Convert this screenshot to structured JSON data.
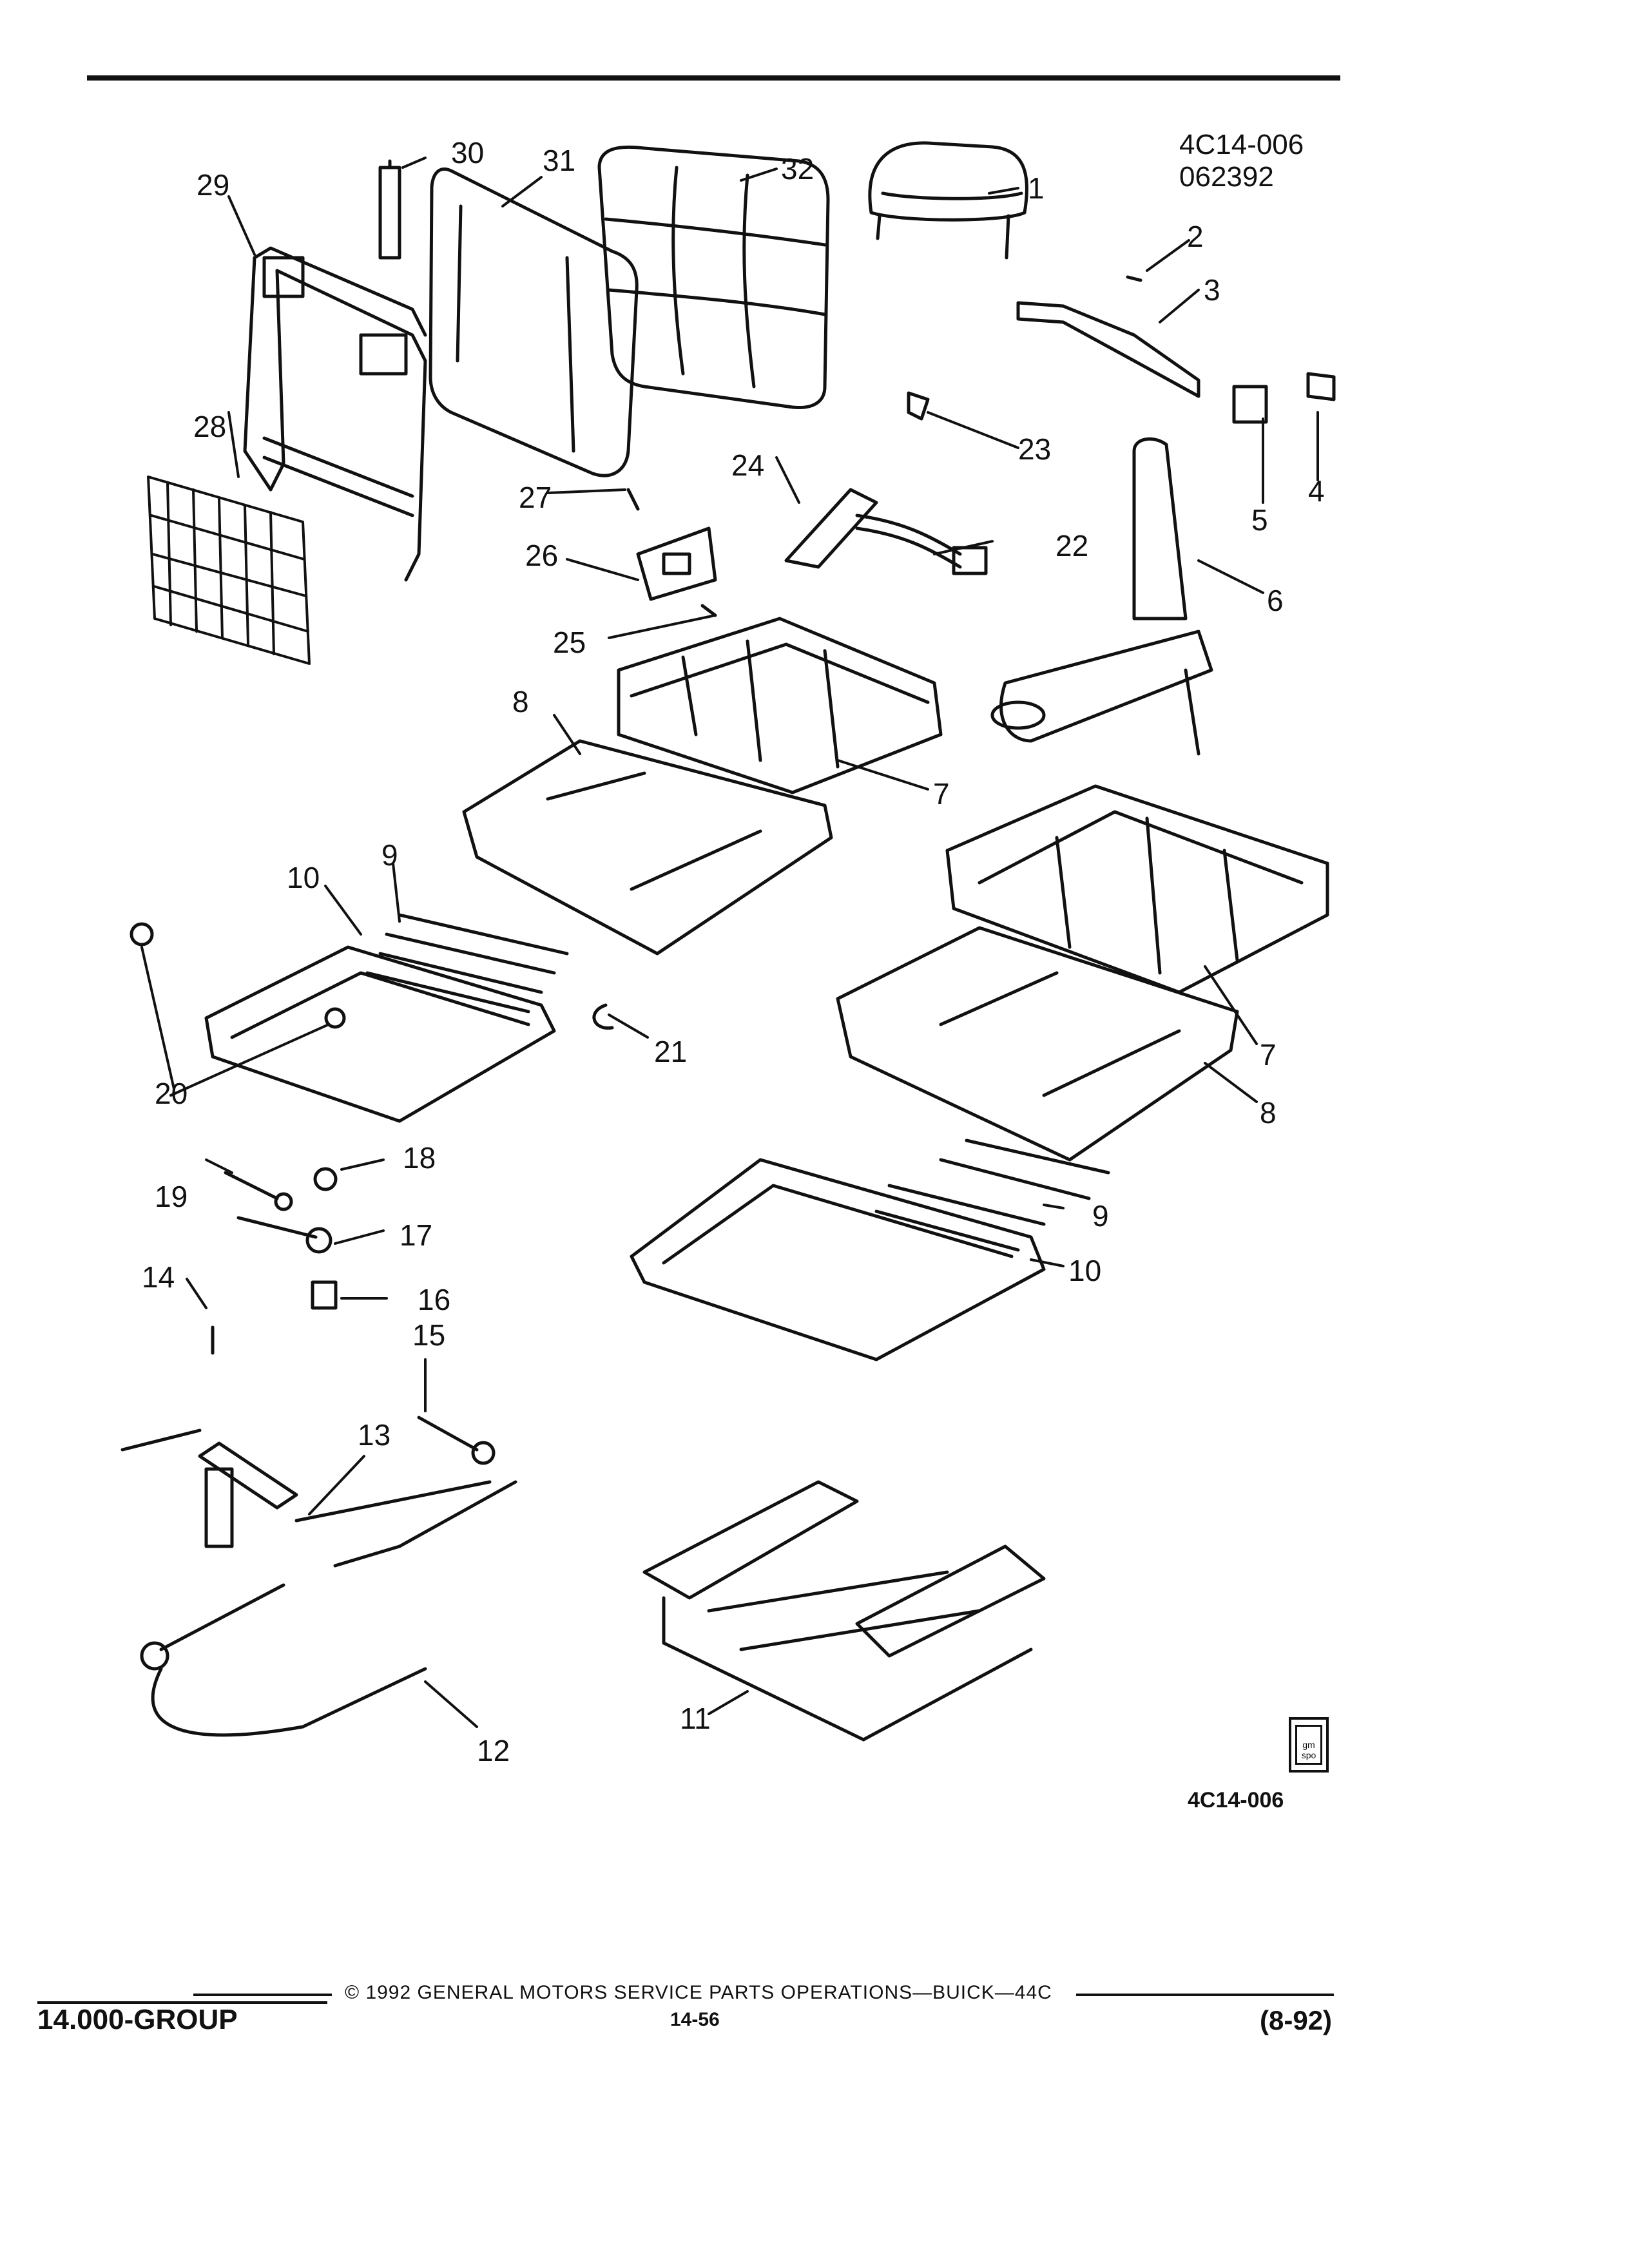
{
  "drawing": {
    "code": "4C14-006",
    "date_code": "062392",
    "bottom_code": "4C14-006",
    "badge_text": "gm spo"
  },
  "callouts": [
    "1",
    "2",
    "3",
    "4",
    "5",
    "6",
    "7",
    "8",
    "9",
    "10",
    "11",
    "12",
    "13",
    "14",
    "15",
    "16",
    "17",
    "18",
    "19",
    "20",
    "21",
    "22",
    "23",
    "24",
    "25",
    "26",
    "27",
    "28",
    "29",
    "30",
    "31",
    "32"
  ],
  "footer": {
    "group": "14.000-GROUP",
    "copyright": "© 1992 GENERAL MOTORS SERVICE PARTS OPERATIONS—BUICK—44C",
    "page": "14-56",
    "revision": "(8-92)"
  }
}
